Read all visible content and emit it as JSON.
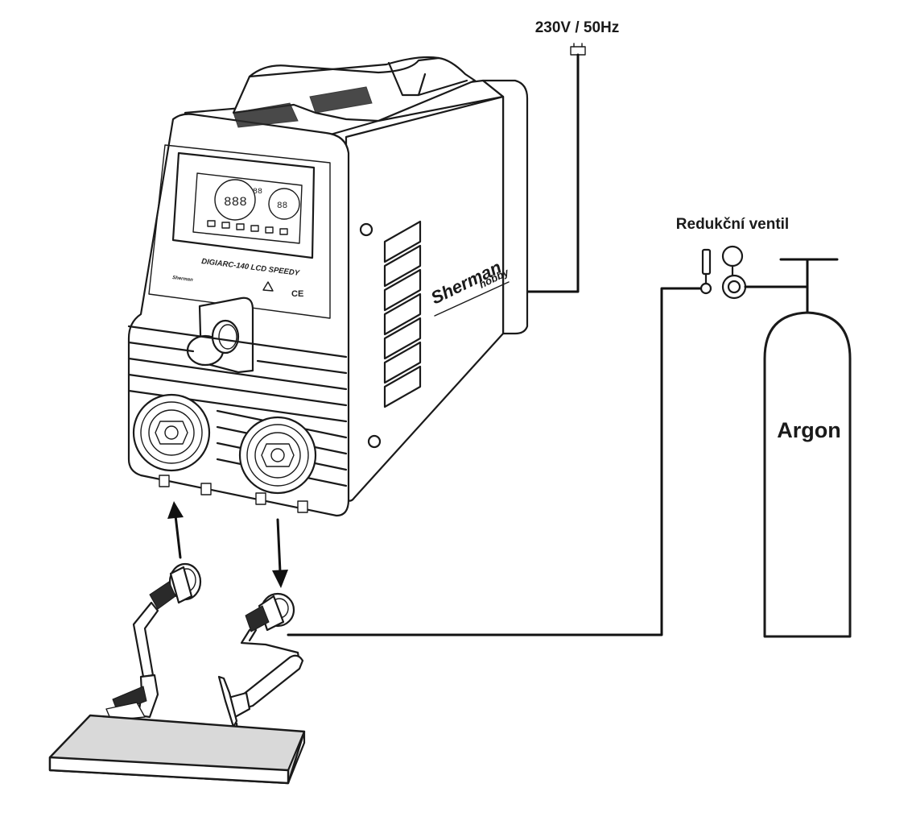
{
  "labels": {
    "power": "230V / 50Hz",
    "regulator": "Redukční ventil",
    "cylinder": "Argon"
  },
  "machine": {
    "model_label": "DIGIARC-140 LCD SPEEDY",
    "brand": "Sherman",
    "brand_sub": "hobby",
    "panel_brand": "Sherman",
    "lcd_left_readout": "888",
    "lcd_right_readout": "88",
    "lcd_mid_readout": "88",
    "ce_mark": "CE"
  },
  "colors": {
    "line": "#1a1a1a",
    "workpiece": "#d9d9d9",
    "background": "#ffffff"
  }
}
